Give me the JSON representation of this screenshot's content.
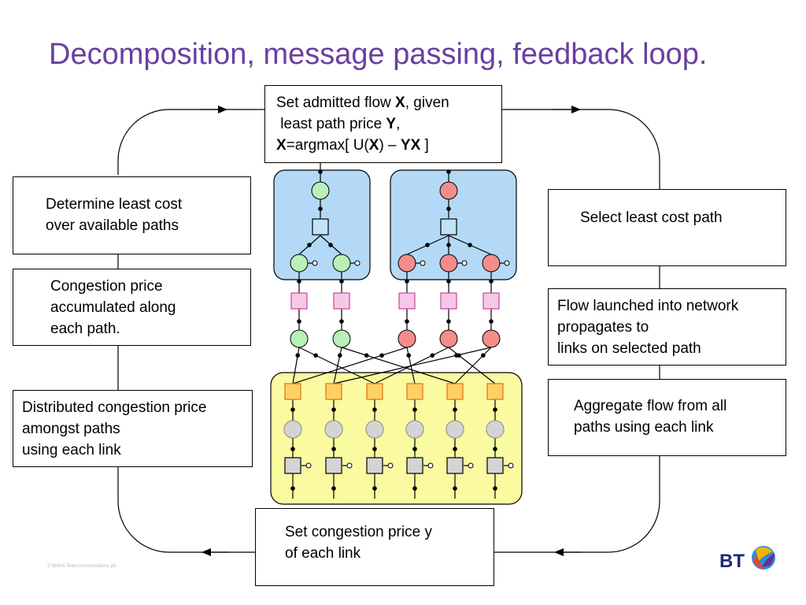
{
  "title": "Decomposition, message passing, feedback loop.",
  "top_box": {
    "line1_a": "Set admitted flow ",
    "line1_b": "X",
    "line1_c": ", given",
    "line2_a": " least path price ",
    "line2_b": "Y",
    "line2_c": ",",
    "line3_a": "X",
    "line3_b": "=argmax[ U(",
    "line3_c": "X",
    "line3_d": ") – ",
    "line3_e": "YX",
    "line3_f": " ]"
  },
  "left_boxes": [
    {
      "lines": [
        "Determine least cost",
        "over available paths"
      ]
    },
    {
      "lines": [
        "Congestion price",
        "accumulated along",
        "each path."
      ]
    },
    {
      "lines": [
        "Distributed congestion price",
        "amongst paths",
        "using each link"
      ]
    }
  ],
  "right_boxes": [
    {
      "lines": [
        "Select least cost path"
      ]
    },
    {
      "lines": [
        "Flow launched into network",
        "propagates to",
        "links on selected path"
      ]
    },
    {
      "lines": [
        "Aggregate flow from all",
        "paths using each link"
      ]
    }
  ],
  "bottom_box": {
    "lines": [
      "Set congestion price y",
      "of each link"
    ]
  },
  "copyright": "© British Telecommunications plc",
  "logo_text": "BT",
  "colors": {
    "title": "#6b3fa0",
    "green_panel": "#b3d9f7",
    "yellow_panel": "#fafaa0",
    "green_node": "#b8f0b8",
    "red_node": "#f48c8c",
    "pink_square": "#f6c8e8",
    "blue_square": "#bfe3f7",
    "orange_square": "#ffd066",
    "grey_node": "#d4d4d4"
  }
}
